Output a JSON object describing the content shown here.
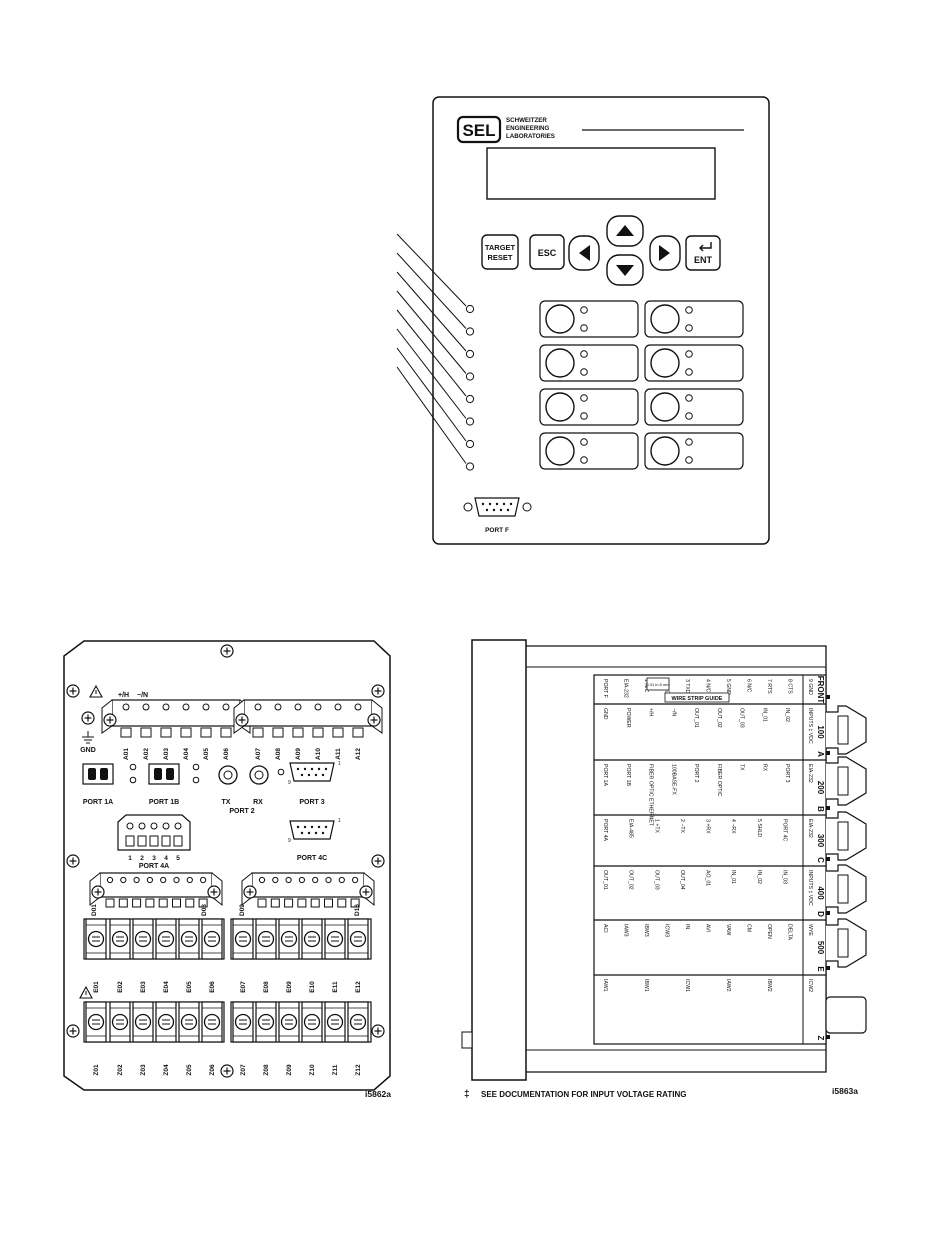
{
  "front_panel": {
    "logo": "SEL",
    "company_lines": [
      "SCHWEITZER",
      "ENGINEERING",
      "LABORATORIES"
    ],
    "buttons": {
      "target_reset": [
        "TARGET",
        "RESET"
      ],
      "esc": "ESC",
      "ent": "ENT"
    },
    "port_f_label": "PORT F",
    "led_count": 8,
    "pushbutton_count": 8
  },
  "rear_panel": {
    "figure_id": "i5862a",
    "power_labels": [
      "+/H",
      "−/N"
    ],
    "gnd_label": "GND",
    "top_terminals_left": [
      "A01",
      "A02",
      "A03",
      "A04",
      "A05",
      "A06"
    ],
    "top_terminals_right": [
      "A07",
      "A08",
      "A09",
      "A10",
      "A11",
      "A12"
    ],
    "ports": {
      "port1a": "PORT 1A",
      "port1b": "PORT 1B",
      "tx": "TX",
      "rx": "RX",
      "port2": "PORT 2",
      "port3": "PORT 3",
      "port4a": "PORT 4A",
      "port4c": "PORT 4C",
      "db9_pin_1": "1",
      "db9_pin_9": "9"
    },
    "port4a_pins": [
      "1",
      "2",
      "3",
      "4",
      "5"
    ],
    "d_range_left": [
      "D01",
      "D08"
    ],
    "d_range_right": [
      "D09",
      "D16"
    ],
    "e_terminals_left": [
      "E01",
      "E02",
      "E03",
      "E04",
      "E05",
      "E06"
    ],
    "e_terminals_right": [
      "E07",
      "E08",
      "E09",
      "E10",
      "E11",
      "E12"
    ],
    "z_terminals_left": [
      "Z01",
      "Z02",
      "Z03",
      "Z04",
      "Z05",
      "Z06"
    ],
    "z_terminals_right": [
      "Z07",
      "Z08",
      "Z09",
      "Z10",
      "Z11",
      "Z12"
    ]
  },
  "side_panel": {
    "figure_id": "i5863a",
    "footnote_symbol": "‡",
    "footnote": "SEE DOCUMENTATION FOR INPUT VOLTAGE RATING",
    "wire_strip_guide": "WIRE STRIP GUIDE",
    "wire_strip_length": "0.31 in 8 mm",
    "slots": [
      {
        "number": "FRONT",
        "letter": ""
      },
      {
        "number": "100",
        "letter": "A"
      },
      {
        "number": "200",
        "letter": "B"
      },
      {
        "number": "300",
        "letter": "C"
      },
      {
        "number": "400",
        "letter": "D"
      },
      {
        "number": "500",
        "letter": "E"
      },
      {
        "number": "",
        "letter": "Z"
      }
    ],
    "row_front": [
      "PORT F",
      "EIA-232",
      "1 N/C",
      "2 RXD",
      "3 TXD",
      "4 N/C",
      "5 GND",
      "6 N/C",
      "7 RTS",
      "8 CTS",
      "9 GND"
    ],
    "row_100": [
      "GND",
      "POWER",
      "+/H",
      "−/N",
      "OUT_01",
      "OUT_02",
      "OUT_03",
      "IN_01",
      "IN_02",
      "INPUTS ‡ VDC"
    ],
    "row_200": [
      "PORT 1A",
      "PORT 1B",
      "FIBER OPTIC ETHERNET",
      "100BASE-FX",
      "PORT 2",
      "FIBER OPTIC",
      "TX",
      "RX",
      "PORT 3",
      "EIA-232"
    ],
    "row_300": [
      "PORT 4A",
      "EIA-485",
      "1 +TX",
      "2 −TX",
      "3 +RX",
      "4 −RX",
      "5 SHLD",
      "PORT 4C",
      "EIA-232"
    ],
    "row_400": [
      "OUT_01",
      "OUT_02",
      "OUT_03",
      "OUT_04",
      "AO_01",
      "IN_01",
      "IN_02",
      "IN_03",
      "INPUTS ‡ VDC"
    ],
    "row_500": [
      "ACI",
      "IAW3",
      "IBW3",
      "ICW3",
      "IN",
      "AVI",
      "VAW",
      "CM",
      "OPEN",
      "DELTA",
      "WYE"
    ],
    "row_z": [
      "IAW1",
      "IBW1",
      "ICW1",
      "IAW2",
      "IBW2",
      "ICW2"
    ]
  }
}
